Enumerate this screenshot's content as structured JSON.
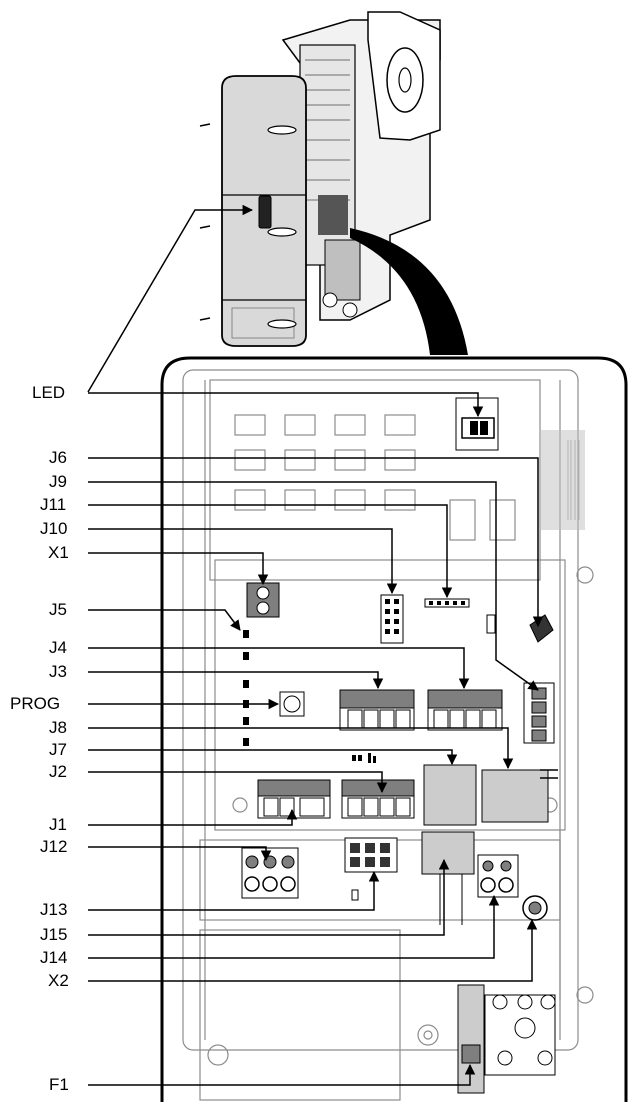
{
  "labels": {
    "led": "LED",
    "j6": "J6",
    "j9": "J9",
    "j11": "J11",
    "j10": "J10",
    "x1": "X1",
    "j5": "J5",
    "j4": "J4",
    "j3": "J3",
    "prog": "PROG",
    "j8": "J8",
    "j7": "J7",
    "j2": "J2",
    "j1": "J1",
    "j12": "J12",
    "j13": "J13",
    "j15": "J15",
    "j14": "J14",
    "x2": "X2",
    "f1": "F1"
  },
  "colors": {
    "line": "#000000",
    "housing": "#d9d9d9",
    "housing_dark": "#a6a6a6",
    "pcb_line": "#8c8c8c",
    "connector": "#7f7f7f",
    "gray_block": "#cccccc"
  }
}
